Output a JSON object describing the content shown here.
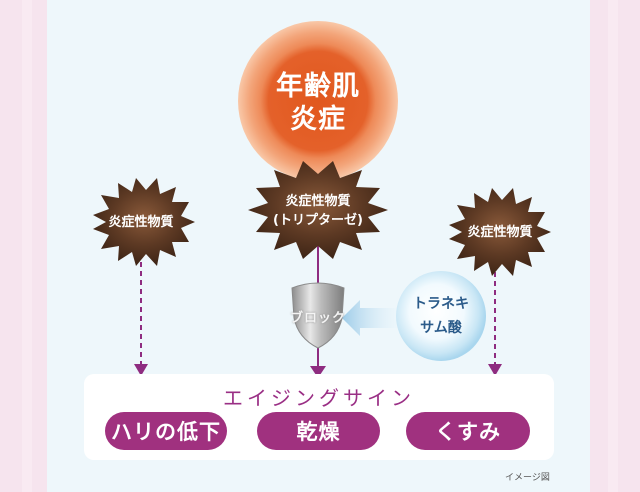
{
  "core": {
    "line1": "年齢肌",
    "line2": "炎症"
  },
  "bursts": {
    "left": "炎症性物質",
    "center_line1": "炎症性物質",
    "center_line2": "(トリプターゼ)",
    "right": "炎症性物質"
  },
  "block_label": "ブロック",
  "tranexamic": {
    "line1": "トラネキ",
    "line2": "サム酸"
  },
  "aging_signs": {
    "title": "エイジングサイン",
    "items": [
      "ハリの低下",
      "乾燥",
      "くすみ"
    ]
  },
  "note": "イメージ図",
  "colors": {
    "core_inner": "#e1571d",
    "core_outer": "#f6b891",
    "burst": "#4c2f1e",
    "accent": "#a0317f",
    "arrow": "#8e2c80"
  }
}
